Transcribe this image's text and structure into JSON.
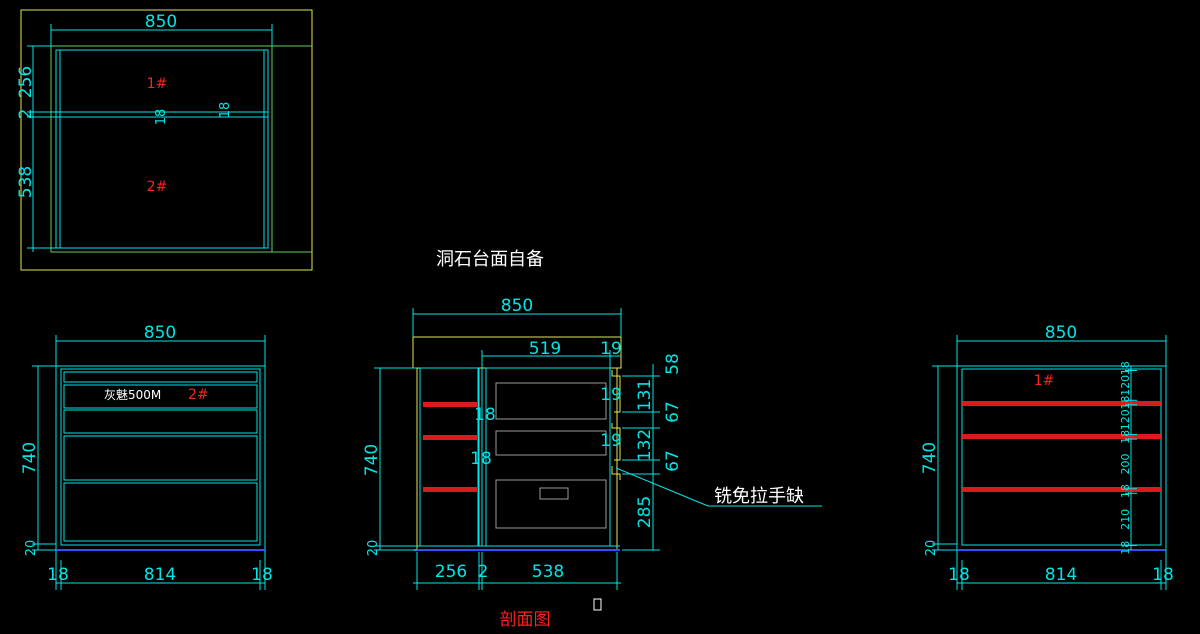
{
  "top_view": {
    "width_dim": "850",
    "dim_256": "256",
    "dim_2": "2",
    "dim_538": "538",
    "dim_18a": "18",
    "dim_18b": "18",
    "zone_1": "1#",
    "zone_2": "2#"
  },
  "front_view": {
    "width_dim": "850",
    "height_dim": "740",
    "base_dim": "20",
    "bottom_left": "18",
    "bottom_mid": "814",
    "bottom_right": "18",
    "material_label": "灰魅500M",
    "zone_label": "2#"
  },
  "section_view": {
    "note_top": "洞石台面自备",
    "width_dim": "850",
    "inner_519": "519",
    "dim_19_top": "19",
    "dim_19_mid": "19",
    "dim_19_low": "19",
    "dim_18_upper": "18",
    "dim_18_lower": "18",
    "right_58": "58",
    "right_131": "131",
    "right_67a": "67",
    "right_132": "132",
    "right_67b": "67",
    "right_285": "285",
    "height_dim": "740",
    "base_dim": "20",
    "bottom_256": "256",
    "bottom_2": "2",
    "bottom_538": "538",
    "callout": "铣免拉手缺",
    "caption": "剖面图"
  },
  "side_view": {
    "width_dim": "850",
    "height_dim": "740",
    "base_dim": "20",
    "bottom_left": "18",
    "bottom_mid": "814",
    "bottom_right": "18",
    "zone_label": "1#",
    "vertical_stack": [
      "18",
      "210",
      "18",
      "200",
      "18",
      "120",
      "18",
      "120",
      "18"
    ]
  },
  "colors": {
    "background": "#000000",
    "dimension": "#00e5e5",
    "outline": "#00e5e5",
    "green": "#5ad25a",
    "yellow": "#e6e64a",
    "red": "#ff2020",
    "white": "#ffffff"
  }
}
